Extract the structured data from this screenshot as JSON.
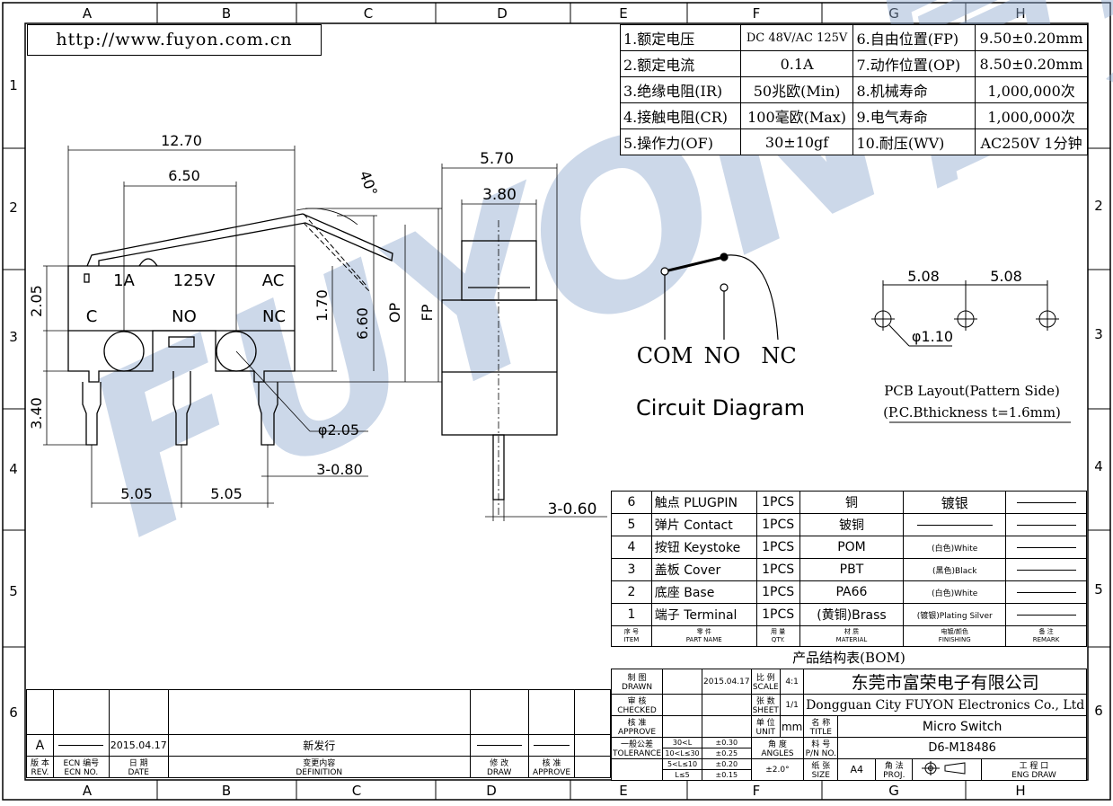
{
  "frame": {
    "columns": [
      "A",
      "B",
      "C",
      "D",
      "E",
      "F",
      "G",
      "H"
    ],
    "rows": [
      "1",
      "2",
      "3",
      "4",
      "5",
      "6"
    ]
  },
  "url": "http://www.fuyon.com.cn",
  "watermark": "FUYON富荣",
  "side_view": {
    "dims": {
      "d1270": "12.70",
      "d650": "6.50",
      "d205": "2.05",
      "d170": "1.70",
      "d660": "6.60",
      "d340": "3.40",
      "d505a": "5.05",
      "d505b": "5.05",
      "dia205": "φ2.05",
      "d3080": "3-0.80",
      "op": "OP",
      "fp": "FP",
      "angle": "40°"
    },
    "body_text": {
      "rating_a": "1A",
      "rating_v": "125V",
      "rating_ac": "AC",
      "pin_c": "C",
      "pin_no": "NO",
      "pin_nc": "NC"
    }
  },
  "front_view": {
    "dims": {
      "d570": "5.70",
      "d380": "3.80",
      "d3060": "3-0.60"
    }
  },
  "circuit": {
    "labels": {
      "com": "COM",
      "no": "NO",
      "nc": "NC"
    },
    "caption": "Circuit Diagram"
  },
  "pcb": {
    "dims": {
      "d508a": "5.08",
      "d508b": "5.08",
      "hole": "φ1.10"
    },
    "caption_line1": "PCB Layout(Pattern Side)",
    "caption_line2": "(P.C.Bthickness   t=1.6mm)"
  },
  "specs": [
    {
      "label": "1.额定电压",
      "value": "DC 48V/AC 125V",
      "label2": "6.自由位置(FP)",
      "value2": "9.50±0.20mm"
    },
    {
      "label": "2.额定电流",
      "value": "0.1A",
      "label2": "7.动作位置(OP)",
      "value2": "8.50±0.20mm"
    },
    {
      "label": "3.绝缘电阻(IR)",
      "value": "50兆欧(Min)",
      "label2": "8.机械寿命",
      "value2": "1,000,000次"
    },
    {
      "label": "4.接触电阻(CR)",
      "value": "100毫欧(Max)",
      "label2": "9.电气寿命",
      "value2": "1,000,000次"
    },
    {
      "label": "5.操作力(OF)",
      "value": "30±10gf",
      "label2": "10.耐压(WV)",
      "value2": "AC250V 1分钟"
    }
  ],
  "bom": {
    "rows": [
      {
        "item": "6",
        "name": "触点 PLUGPIN",
        "qty": "1PCS",
        "material": "铜",
        "finish": "镀银"
      },
      {
        "item": "5",
        "name": "弹片 Contact",
        "qty": "1PCS",
        "material": "铍铜",
        "finish": ""
      },
      {
        "item": "4",
        "name": "按钮 Keystoke",
        "qty": "1PCS",
        "material": "POM",
        "finish": "(白色)White"
      },
      {
        "item": "3",
        "name": "盖板   Cover",
        "qty": "1PCS",
        "material": "PBT",
        "finish": "(黑色)Black"
      },
      {
        "item": "2",
        "name": "底座   Base",
        "qty": "1PCS",
        "material": "PA66",
        "finish": "(白色)White"
      },
      {
        "item": "1",
        "name": "端子 Terminal",
        "qty": "1PCS",
        "material": "(黄铜)Brass",
        "finish": "(镀银)Plating Silver"
      }
    ],
    "header": {
      "item": "序 号",
      "item_en": "ITEM",
      "name": "零 件",
      "name_en": "PART NAME",
      "qty": "用 量",
      "qty_en": "QTY.",
      "material": "材 质",
      "material_en": "MATERIAL",
      "finish": "电镀/颜色",
      "finish_en": "FINISHING",
      "remark": "备 注",
      "remark_en": "REMARK"
    },
    "title": "产品结构表(BOM)"
  },
  "title_block": {
    "drawn_label": "制 图",
    "drawn_en": "DRAWN",
    "date": "2015.04.17",
    "scale_label": "比 例",
    "scale_en": "SCALE",
    "scale": "4:1",
    "checked_label": "审 核",
    "checked_en": "CHECKED",
    "sheet_label": "张 数",
    "sheet_en": "SHEET",
    "sheet": "1/1",
    "approve_label": "核 准",
    "approve_en": "APPROVE",
    "unit_label": "单 位",
    "unit_en": "UNIT",
    "unit": "mm",
    "company_cn": "东莞市富荣电子有限公司",
    "company_en": "Dongguan City FUYON Electronics Co., Ltd",
    "title_label": "名 称",
    "title_en": "TITLE",
    "title": "Micro Switch",
    "tolerance_label": "一般公差",
    "tolerance_en": "TOLERANCE",
    "tol_rows": [
      {
        "range": "30<L",
        "tol": "±0.30"
      },
      {
        "range": "10<L≤30",
        "tol": "±0.25"
      },
      {
        "range": "5<L≤10",
        "tol": "±0.20"
      },
      {
        "range": "L≤5",
        "tol": "±0.15"
      }
    ],
    "angle_label": "角 度",
    "angle_en": "ANGLES",
    "angle": "±2.0°",
    "pn_label": "料 号",
    "pn_en": "P/N NO.",
    "pn": "D6-M18486",
    "size_label": "纸 张",
    "size_en": "SIZE",
    "size": "A4",
    "proj_label": "角 法",
    "proj_en": "PROJ.",
    "eng_label": "工 程 口",
    "eng_en": "ENG DRAW"
  },
  "revision": {
    "rev": "A",
    "date": "2015.04.17",
    "definition": "新发行",
    "headers": [
      {
        "cn": "版 本",
        "en": "REV."
      },
      {
        "cn": "ECN 编号",
        "en": "ECN NO."
      },
      {
        "cn": "日 期",
        "en": "DATE"
      },
      {
        "cn": "变更内容",
        "en": "DEFINITION"
      },
      {
        "cn": "修 改",
        "en": "DRAW"
      },
      {
        "cn": "核 准",
        "en": "APPROVE"
      }
    ]
  }
}
